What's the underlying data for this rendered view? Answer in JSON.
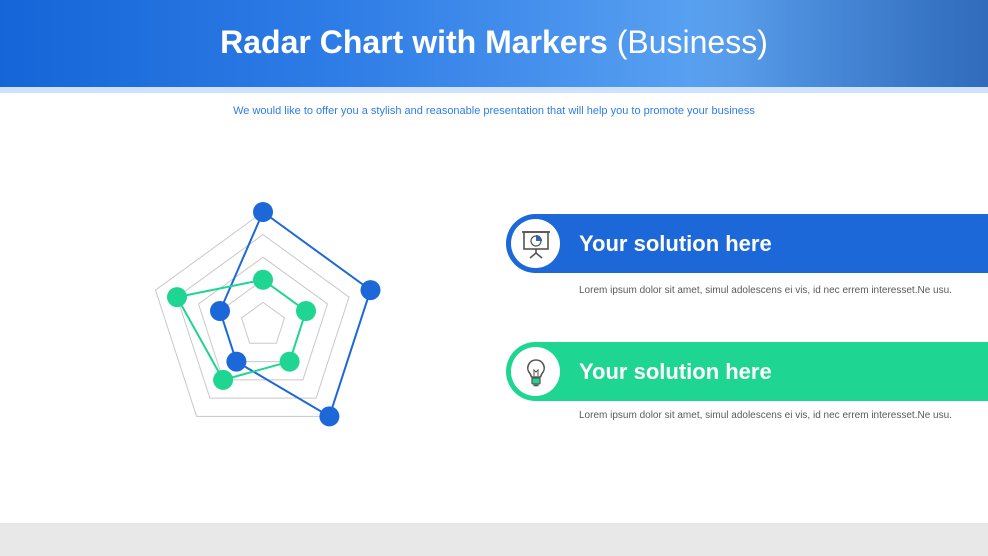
{
  "header": {
    "title_bold": "Radar Chart with Markers",
    "title_light": "(Business)",
    "subtitle": "We would like to offer you a stylish and reasonable presentation that will help you to promote your business"
  },
  "chart_data": {
    "type": "radar",
    "levels": 5,
    "max": 5,
    "grid_color": "#c8c8c8",
    "series": [
      {
        "values": [
          5,
          5,
          5,
          2,
          2
        ],
        "color": "#1d68d9"
      },
      {
        "values": [
          2,
          2,
          2,
          3,
          4
        ],
        "color": "#1ed692"
      }
    ]
  },
  "solutions": [
    {
      "title": "Your solution here",
      "text": "Lorem ipsum dolor sit amet, simul adolescens ei vis, id nec errem interesset.Ne usu.",
      "color": "#1d68d9",
      "icon": "presentation-board-icon"
    },
    {
      "title": "Your solution here",
      "text": "Lorem ipsum dolor sit amet, simul adolescens ei vis, id nec errem interesset.Ne usu.",
      "color": "#1ed692",
      "icon": "lightbulb-icon"
    }
  ]
}
